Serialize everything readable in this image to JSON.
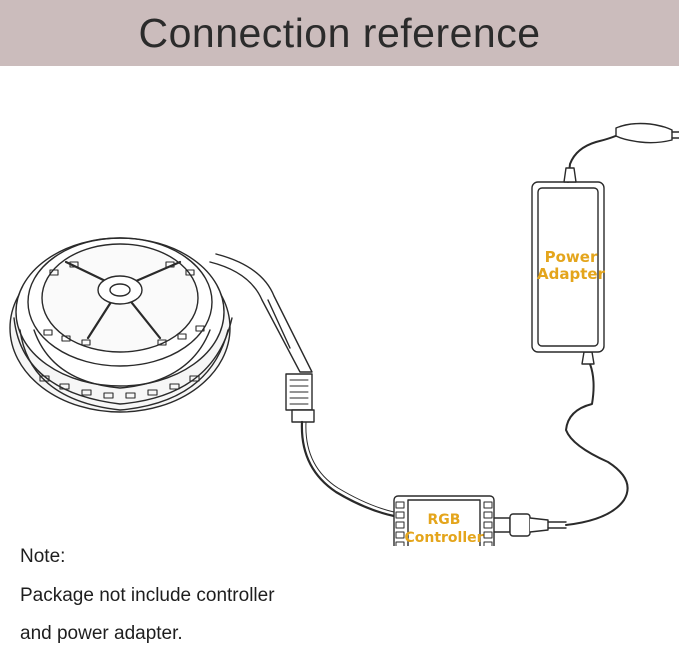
{
  "header": {
    "title": "Connection reference",
    "background": "#cbbcbc"
  },
  "diagram": {
    "power_adapter": {
      "line1": "Power",
      "line2": "Adapter"
    },
    "controller": {
      "line1": "RGB",
      "line2": "Controller"
    },
    "label_color": "#e4a51c"
  },
  "note": {
    "title": "Note:",
    "line1": "Package not include controller",
    "line2": "and power adapter."
  }
}
